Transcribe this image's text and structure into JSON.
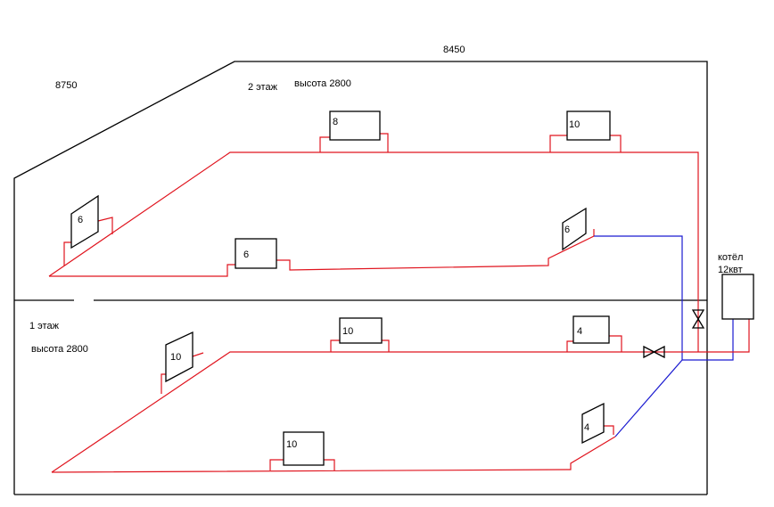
{
  "dimensions": {
    "width_total": "8450",
    "depth": "8750"
  },
  "floors": [
    {
      "name": "2 этаж",
      "height": "высота 2800",
      "radiators": [
        "6",
        "8",
        "10",
        "6",
        "6"
      ]
    },
    {
      "name": "1 этаж",
      "height": "высота 2800",
      "radiators": [
        "10",
        "10",
        "4",
        "10",
        "4"
      ]
    }
  ],
  "boiler": {
    "label": "котёл",
    "power": "12квт"
  },
  "colors": {
    "supply": "#e0141e",
    "return": "#1a1ad0",
    "walls": "#000000"
  }
}
